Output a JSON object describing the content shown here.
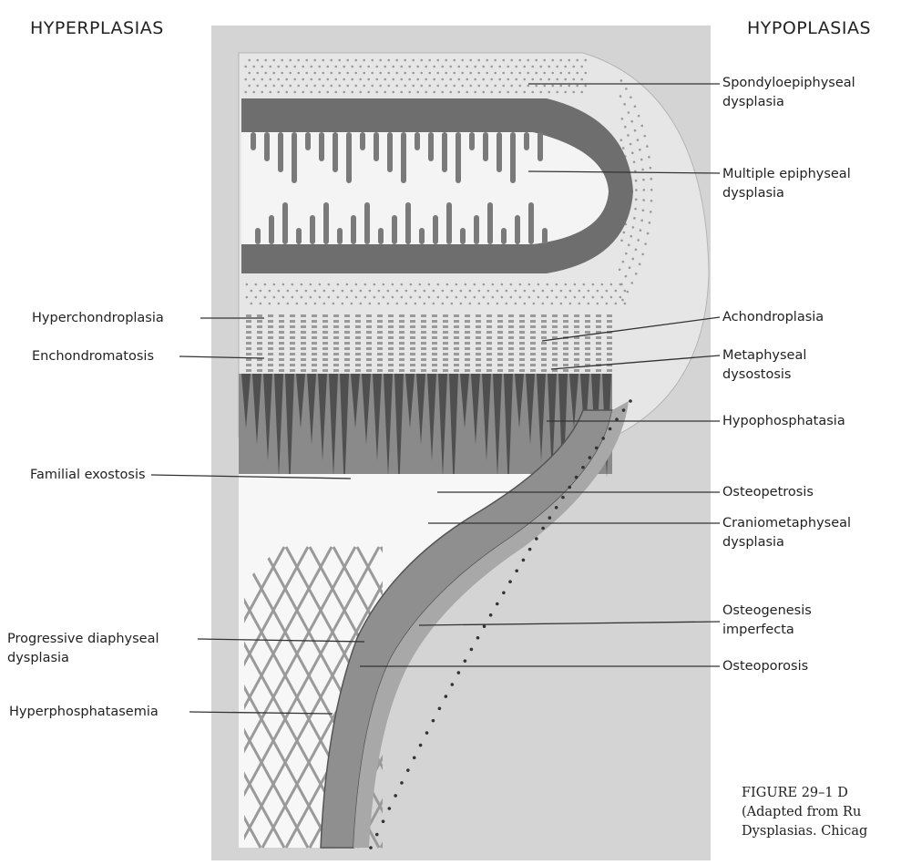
{
  "headers": {
    "left": "HYPERPLASIAS",
    "right": "HYPOPLASIAS"
  },
  "left_labels": [
    {
      "id": "hyperchondroplasia",
      "lines": [
        "Hyperchondroplasia"
      ]
    },
    {
      "id": "enchondromatosis",
      "lines": [
        "Enchondromatosis"
      ]
    },
    {
      "id": "familial-exostosis",
      "lines": [
        "Familial exostosis"
      ]
    },
    {
      "id": "progressive-diaphyseal-dysplasia",
      "lines": [
        "Progressive diaphyseal",
        "dysplasia"
      ]
    },
    {
      "id": "hyperphosphatasemia",
      "lines": [
        "Hyperphosphatasemia"
      ]
    }
  ],
  "right_labels": [
    {
      "id": "spondyloepiphyseal-dysplasia",
      "lines": [
        "Spondyloepiphyseal",
        "dysplasia"
      ]
    },
    {
      "id": "multiple-epiphyseal-dysplasia",
      "lines": [
        "Multiple epiphyseal",
        "dysplasia"
      ]
    },
    {
      "id": "achondroplasia",
      "lines": [
        "Achondroplasia"
      ]
    },
    {
      "id": "metaphyseal-dysostosis",
      "lines": [
        "Metaphyseal",
        "dysostosis"
      ]
    },
    {
      "id": "hypophosphatasia",
      "lines": [
        "Hypophosphatasia"
      ]
    },
    {
      "id": "osteopetrosis",
      "lines": [
        "Osteopetrosis"
      ]
    },
    {
      "id": "craniometaphyseal-dysplasia",
      "lines": [
        "Craniometaphyseal",
        "dysplasia"
      ]
    },
    {
      "id": "osteogenesis-imperfecta",
      "lines": [
        "Osteogenesis",
        "imperfecta"
      ]
    },
    {
      "id": "osteoporosis",
      "lines": [
        "Osteoporosis"
      ]
    }
  ],
  "caption": {
    "lines": [
      "FIGURE 29–1  D",
      "(Adapted from Ru",
      "Dysplasias. Chicag"
    ]
  },
  "colors": {
    "panel": "#d4d4d4",
    "cartilage": "#e4e4e4",
    "dark_bone": "#5f5f5f",
    "mid_bone": "#8c8c8c",
    "marrow": "#f6f6f6",
    "leader": "#333333"
  }
}
